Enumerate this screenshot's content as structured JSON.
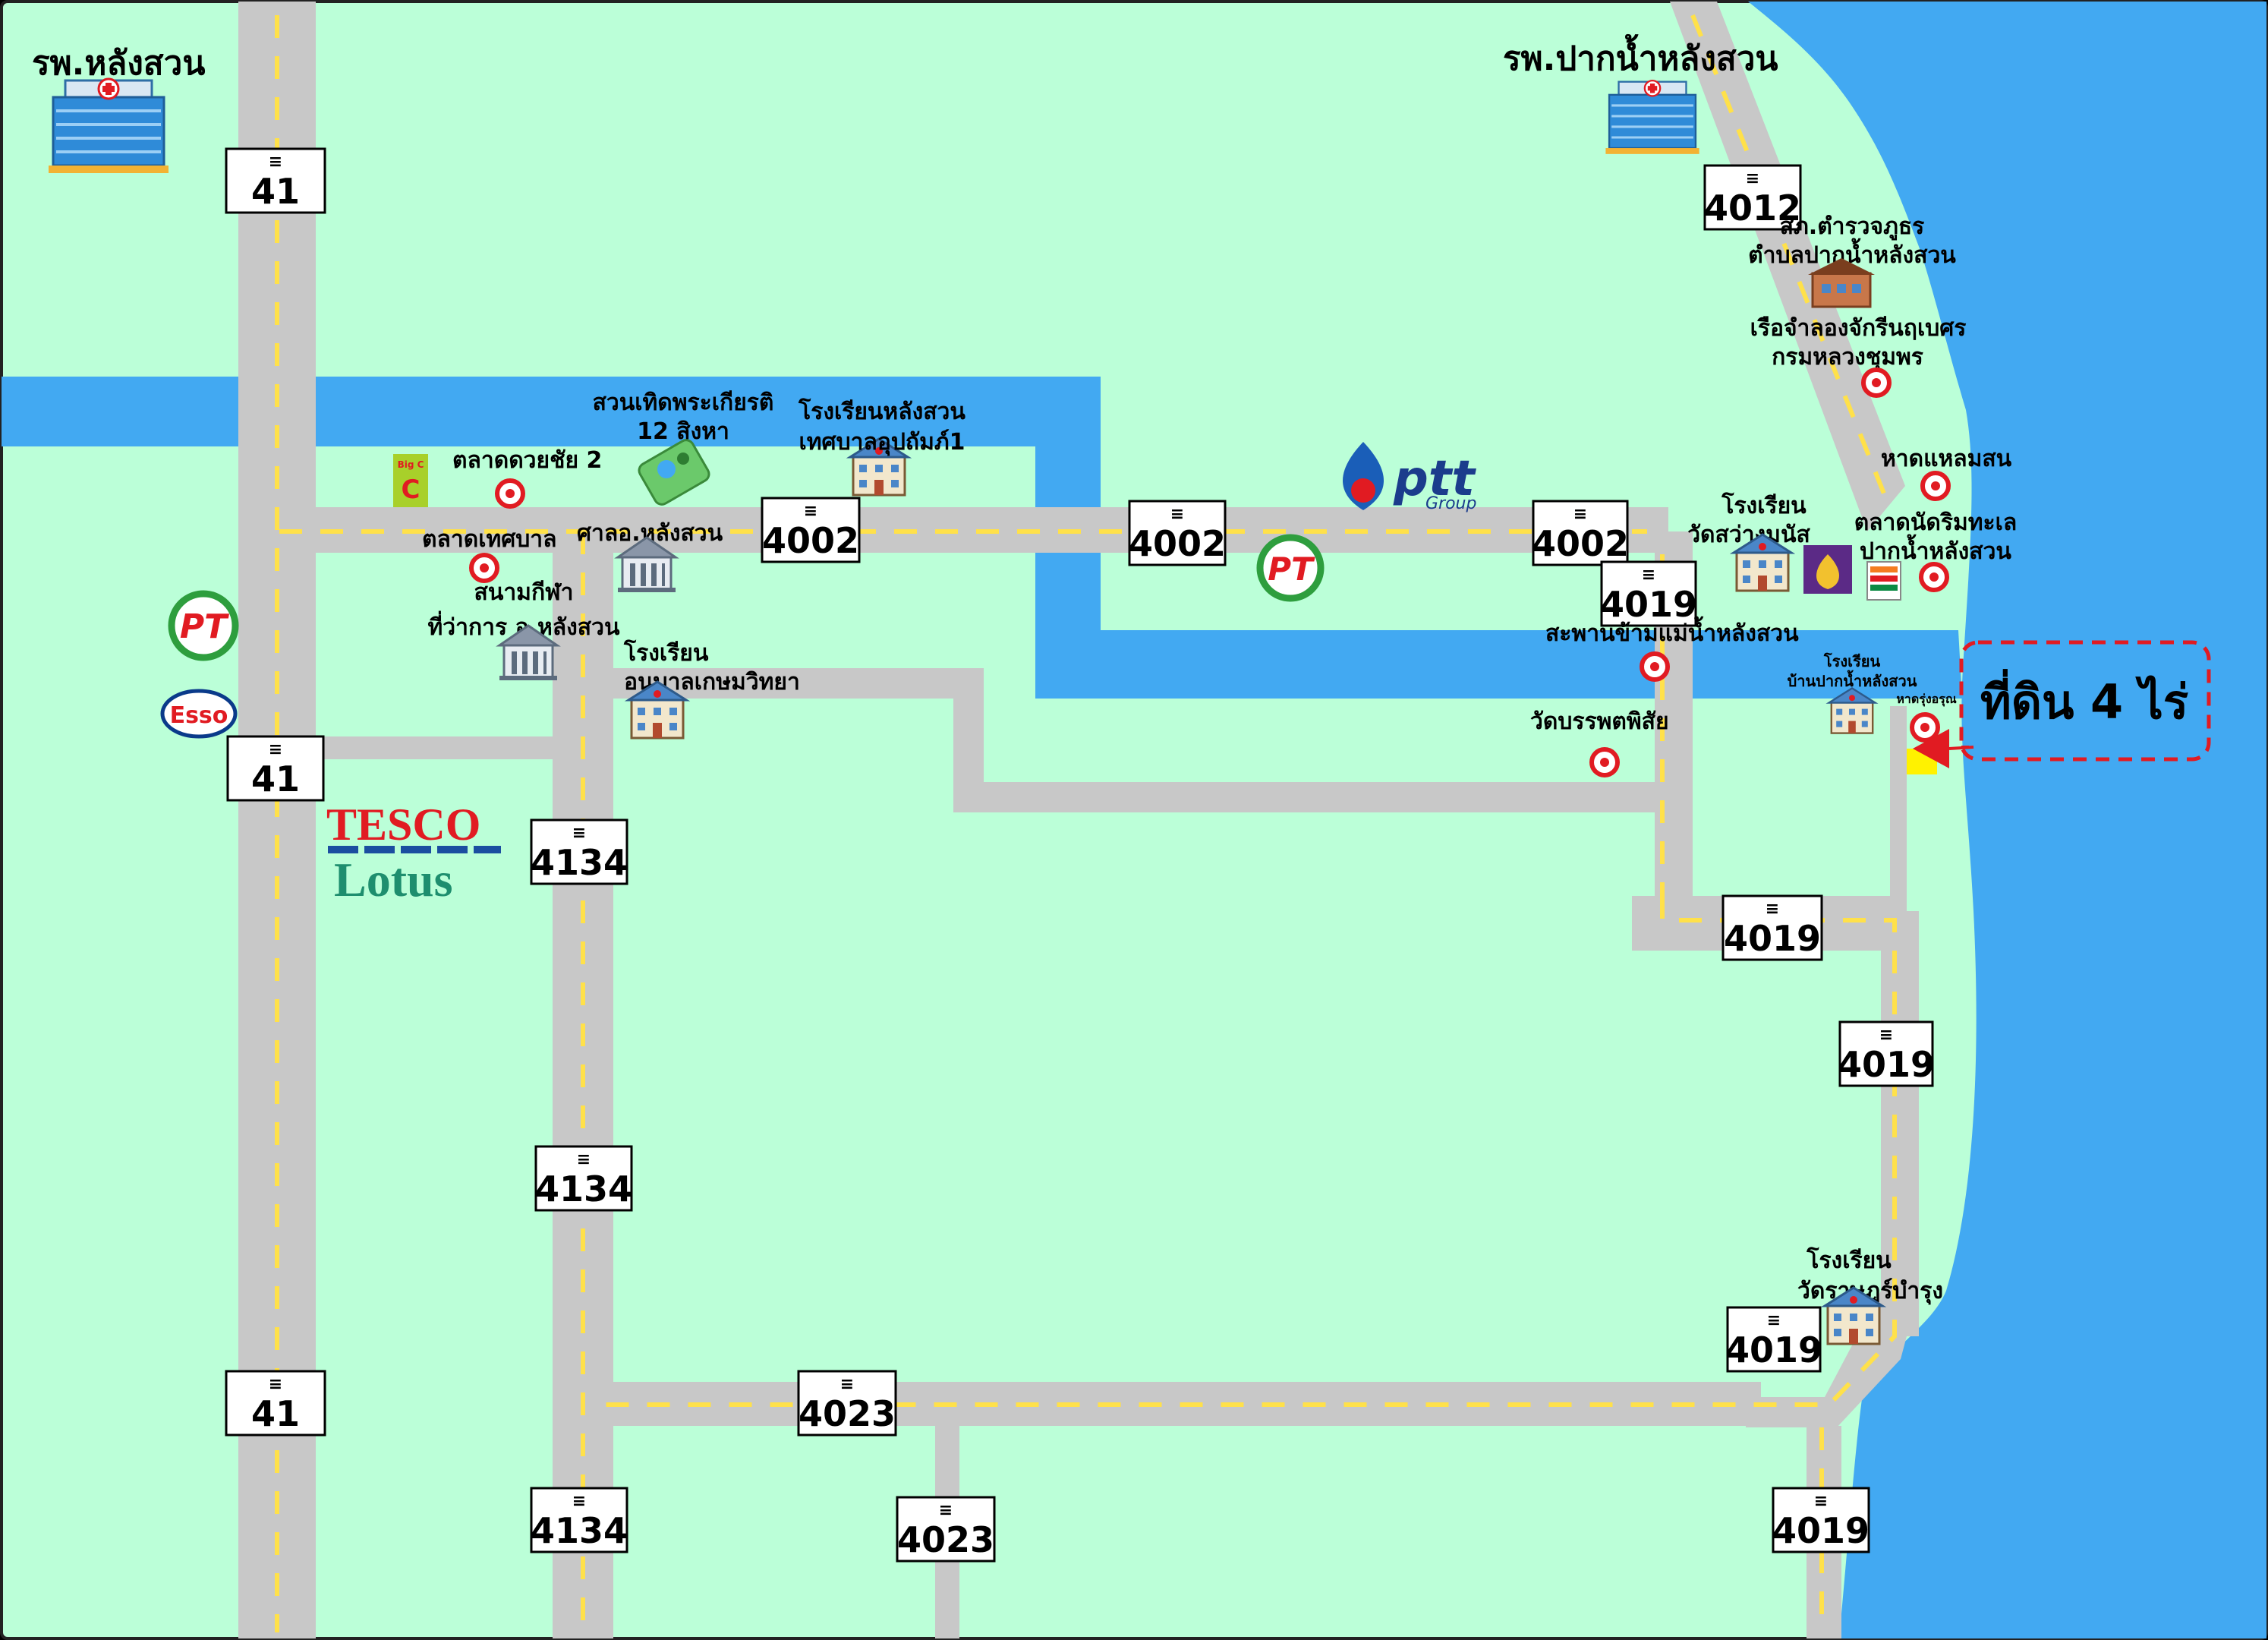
{
  "hospitals": {
    "lang_suan": "รพ.หลังสวน",
    "pak_nam": "รพ.ปากน้ำหลังสวน"
  },
  "routes": {
    "r41": "41",
    "r4002": "4002",
    "r4012": "4012",
    "r4019": "4019",
    "r4023": "4023",
    "r4134": "4134"
  },
  "places": {
    "royal_park": [
      "สวนเทิดพระเกียรติ",
      "12 สิงหา"
    ],
    "school_municipal": [
      "โรงเรียนหลังสวน",
      "เทศบาลอุปถัมภ์1"
    ],
    "market_chuai_chai": "ตลาดดวยชัย 2",
    "municipal_market": "ตลาดเทศบาล",
    "municipal_office": "ศาลอ.หลังสวน",
    "stadium": [
      "สนามกีฬา",
      "ที่ว่าการ อ.หลังสวน"
    ],
    "kindergarten": [
      "โรงเรียน",
      "อนุบาลเกษมวิทยา"
    ],
    "police": [
      "สภ.ตำรวจภูธร",
      "ตำบลปากน้ำหลังสวน"
    ],
    "ship": [
      "เรือจำลองจักรีนฤเบศร",
      "กรมหลวงชุมพร"
    ],
    "beach_laem_son": "หาดแหลมสน",
    "school_wat_sawang": [
      "โรงเรียน",
      "วัดสว่างมนัส"
    ],
    "fish_market": [
      "ตลาดนัดริมทะเล",
      "ปากน้ำหลังสวน"
    ],
    "bridge": "สะพานข้ามแม่น้ำหลังสวน",
    "school_ban_pak_nam": [
      "โรงเรียน",
      "บ้านปากน้ำหลังสวน"
    ],
    "beach_rung_aroon": "หาดรุ่งอรุณ",
    "wat_banphot": "วัดบรรพตพิสัย",
    "school_wat_rat": [
      "โรงเรียน",
      "วัดราษฎร์บำรุง"
    ]
  },
  "brands": {
    "ptt": "ptt",
    "ptt_group": "Group",
    "pt": "PT",
    "esso": "Esso",
    "tesco": "TESCO",
    "lotus": "Lotus",
    "bigc": "Big C"
  },
  "callout": "ที่ดิน 4 ไร่",
  "colors": {
    "land": "#BBFFD8",
    "water": "#42A9F2",
    "road": "#C8C8C8",
    "dash": "#FFE14A",
    "marker": "#E11B22",
    "plot": "#FFF200",
    "callout_border": "#E11B22"
  },
  "icon_names": [
    "hospital-icon",
    "school-icon",
    "government-icon",
    "police-icon",
    "target-marker-icon",
    "arrow-icon"
  ]
}
